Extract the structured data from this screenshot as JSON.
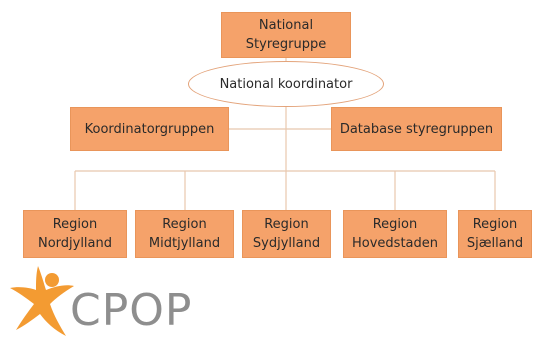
{
  "diagram": {
    "top_box": {
      "lines": [
        "National",
        "Styregruppe"
      ]
    },
    "coordinator": {
      "label": "National koordinator"
    },
    "side_boxes": [
      {
        "label": "Koordinatorgruppen"
      },
      {
        "label": "Database styregruppen"
      }
    ],
    "regions": [
      {
        "lines": [
          "Region",
          "Nordjylland"
        ]
      },
      {
        "lines": [
          "Region",
          "Midtjylland"
        ]
      },
      {
        "lines": [
          "Region",
          "Sydjylland"
        ]
      },
      {
        "lines": [
          "Region",
          "Hovedstaden"
        ]
      },
      {
        "lines": [
          "Region",
          "Sjælland"
        ]
      }
    ]
  },
  "logo": {
    "text": "CPOP",
    "star_color": "#f39b32",
    "text_color": "#8e8e8e"
  },
  "colors": {
    "box_fill": "#f5a26a",
    "connector": "#e8c7ae"
  }
}
